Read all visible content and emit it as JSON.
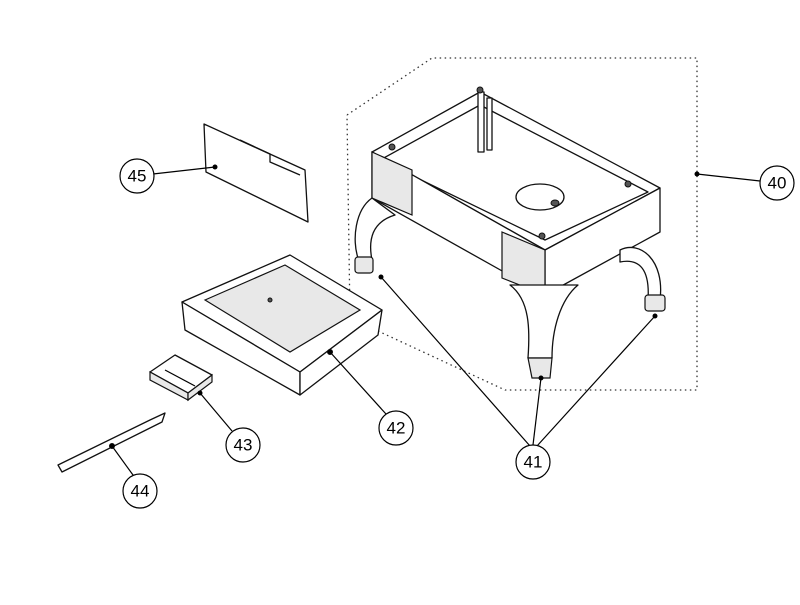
{
  "diagram": {
    "type": "exploded-parts-view",
    "callouts": [
      {
        "id": "40",
        "label": "40",
        "part": "stand-frame"
      },
      {
        "id": "41",
        "label": "41",
        "part": "leg-feet"
      },
      {
        "id": "42",
        "label": "42",
        "part": "drawer"
      },
      {
        "id": "43",
        "label": "43",
        "part": "drawer-block"
      },
      {
        "id": "44",
        "label": "44",
        "part": "drawer-slide-bar"
      },
      {
        "id": "45",
        "label": "45",
        "part": "back-panel"
      }
    ]
  }
}
